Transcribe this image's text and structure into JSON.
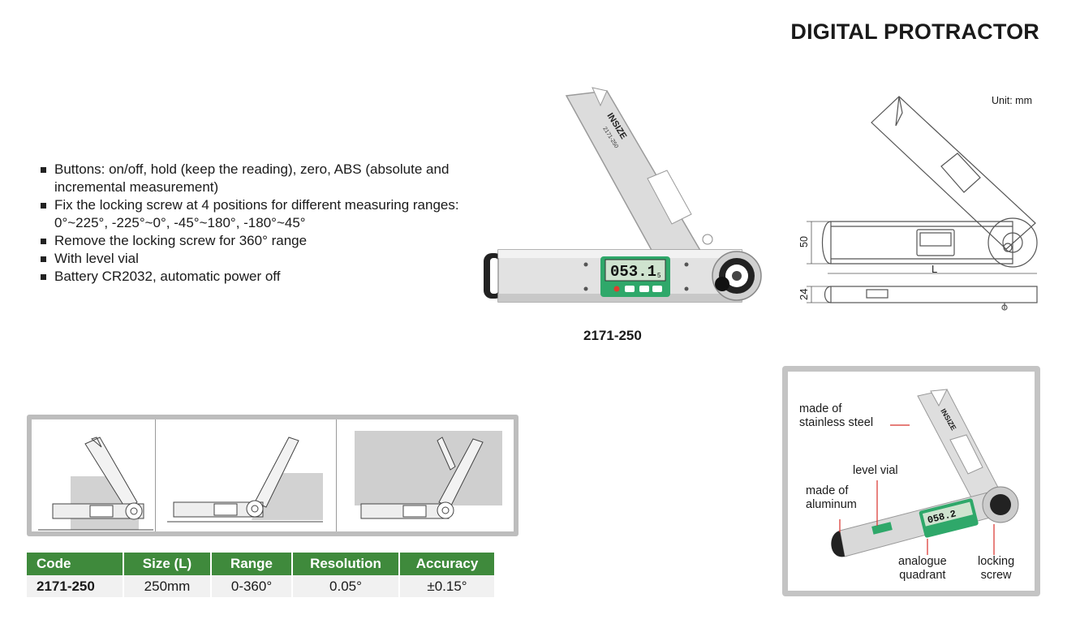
{
  "title": "DIGITAL PROTRACTOR",
  "features": [
    "Buttons: on/off, hold (keep the reading), zero, ABS (absolute and incremental measurement)",
    "Fix the locking screw at 4 positions for different measuring ranges: 0°~225°, -225°~0°, -45°~180°, -180°~45°",
    "Remove the locking screw for 360° range",
    "With level vial",
    "Battery CR2032, automatic power off"
  ],
  "product": {
    "model": "2171-250",
    "brand_logo": "INSIZE",
    "blade_marking": "2171-250",
    "display_reading": "053.1",
    "display_small": "5"
  },
  "drawing": {
    "unit": "Unit: mm",
    "dim_height": "50",
    "dim_length": "L",
    "dim_thickness": "24"
  },
  "callouts": {
    "stainless": [
      "made of",
      "stainless steel"
    ],
    "level_vial": [
      "level vial"
    ],
    "aluminum": [
      "made of",
      "aluminum"
    ],
    "quadrant": [
      "analogue",
      "quadrant"
    ],
    "locking": [
      "locking",
      "screw"
    ],
    "detail_display": "058.2"
  },
  "specs": {
    "headers": [
      "Code",
      "Size (L)",
      "Range",
      "Resolution",
      "Accuracy"
    ],
    "row": [
      "2171-250",
      "250mm",
      "0-360°",
      "0.05°",
      "±0.15°"
    ]
  },
  "colors": {
    "header_green": "#3f8a3c",
    "lcd_green": "#2fa86a",
    "metal": "#d9d9d9"
  }
}
